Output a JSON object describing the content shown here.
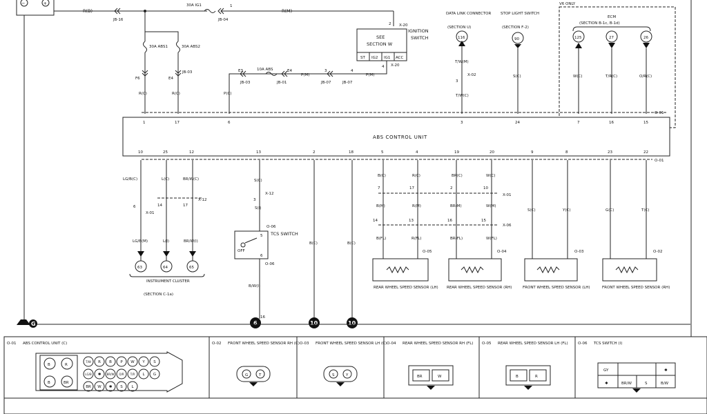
{
  "title_bar": {
    "main_wire": "R(B)",
    "jb16": "JB-16",
    "fuse_ig1": "30A IG1",
    "jb04": "JB-04",
    "pin1": "1",
    "main_wire2": "R(M)",
    "pin2": "2",
    "x20": "X-20"
  },
  "ignition": {
    "see_label": "SEE",
    "section_label": "SECTION W",
    "title1": "IGNITION",
    "title2": "SWITCH",
    "positions": [
      "ST",
      "IG2",
      "IG1",
      "ACC"
    ],
    "pin4": "4",
    "x20b": "X-20"
  },
  "fuses": {
    "abs1": "30A ABS1",
    "abs2": "30A ABS2",
    "f6": "F6",
    "e4": "E4",
    "jb03": "JB-03",
    "wire_r1": "R(C)",
    "wire_r2": "R(C)"
  },
  "abs_fuse_line": {
    "e3": "E3",
    "fuse": "10A ABS",
    "e4": "E4",
    "pm1": "P(M)",
    "pm2": "P(M)",
    "jb03": "JB-03",
    "jb01": "JB-01",
    "jb07a": "JB-07",
    "jb07b": "JB-07",
    "p3": "3",
    "p4": "4",
    "pc": "P(C)"
  },
  "top_refs": {
    "dlc": {
      "title": "DATA LINK CONNECTOR",
      "section": "(SECTION U)",
      "num": "116",
      "wire1": "T/W(M)",
      "pin": "3",
      "x": "X-02",
      "wire2": "T/W(C)"
    },
    "stop": {
      "title": "STOP LIGHT SWITCH",
      "section": "(SECTION F-2)",
      "num": "90",
      "wire": "S(C)"
    },
    "v6": "V6 ONLY",
    "ecm": {
      "title": "ECM",
      "section": "(SECTION B-1c, B-1d)",
      "nums": [
        "125",
        "27",
        "26"
      ],
      "wires": [
        "W(C)",
        "T/R(C)",
        "O/R(C)"
      ]
    }
  },
  "abs_unit": {
    "label": "ABS CONTROL UNIT",
    "o01_top": "O-01",
    "o01_bot": "O-01",
    "top_pins": [
      "1",
      "17",
      "6",
      "3",
      "24",
      "7",
      "16",
      "15"
    ],
    "bottom_pins": [
      "10",
      "25",
      "12",
      "13",
      "2",
      "18",
      "5",
      "4",
      "19",
      "20",
      "9",
      "8",
      "23",
      "22"
    ]
  },
  "cluster": {
    "wires_top": [
      "LG/B(C)",
      "L(C)",
      "BR/W(C)"
    ],
    "pins": [
      "6",
      "14",
      "17"
    ],
    "x01": "X-01",
    "x12": "X-12",
    "wires_bot": [
      "LG/B(M)",
      "L(I)",
      "BR/W(I)"
    ],
    "nums": [
      "63",
      "64",
      "65"
    ],
    "title": "INSTRUMENT CLUSTER",
    "section": "(SECTION C-1a)"
  },
  "tcs": {
    "wire_top": "S(C)",
    "pin3": "3",
    "x12": "X-12",
    "wire_mid": "S(I)",
    "o06a": "O-06",
    "title": "TCS SWITCH",
    "off": "OFF",
    "pin5": "5",
    "pin6": "6",
    "o06b": "O-06",
    "wire_bot": "B/W(I)",
    "pin16": "16",
    "ground_num": "6"
  },
  "ground_wires": {
    "b1": "B(C)",
    "b2": "B(C)",
    "num1": "10",
    "num2": "10",
    "g": "G"
  },
  "sensors": [
    {
      "title": "REAR WHEEL SPEED SENSOR (LH)",
      "conn": "O-05",
      "w1": "B(C)",
      "w2": "R(C)",
      "w1m": "B(M)",
      "w2m": "R(M)",
      "w1f": "B(FL)",
      "w2f": "R(FL)",
      "p1": "7",
      "p2": "17",
      "p3": "14",
      "p4": "13"
    },
    {
      "title": "REAR WHEEL SPEED SENSOR (RH)",
      "conn": "O-04",
      "w1": "BR(C)",
      "w2": "W(C)",
      "w1m": "BR(M)",
      "w2m": "W(M)",
      "w1f": "BR(FL)",
      "w2f": "W(FL)",
      "p1": "2",
      "p2": "10",
      "p3": "16",
      "p4": "15",
      "x01": "X-01",
      "x06": "X-06"
    },
    {
      "title": "FRONT WHEEL SPEED SENSOR (LH)",
      "conn": "O-03",
      "w1": "S(C)",
      "w2": "Y(C)"
    },
    {
      "title": "FRONT WHEEL SPEED SENSOR (RH)",
      "conn": "O-02",
      "w1": "G(C)",
      "w2": "T(C)"
    }
  ],
  "connectors": [
    {
      "code": "O-01",
      "title": "ABS CONTROL UNIT (C)"
    },
    {
      "code": "O-02",
      "title": "FRONT WHEEL SPEED SENSOR RH (C)"
    },
    {
      "code": "O-03",
      "title": "FRONT WHEEL SPEED SENSOR LH (C)"
    },
    {
      "code": "O-04",
      "title": "REAR WHEEL SPEED SENSOR RH (FL)"
    },
    {
      "code": "O-05",
      "title": "REAR WHEEL SPEED SENSOR LH (FL)"
    },
    {
      "code": "O-06",
      "title": "TCS SWITCH (I)"
    }
  ],
  "o01_pins": {
    "big": [
      "B",
      "R",
      "B",
      "BR"
    ],
    "row1": [
      "T/W",
      "R",
      "B",
      "P",
      "W",
      "Y",
      "S"
    ],
    "row2": [
      "LG/B",
      "✱",
      "BR/W",
      "O/R",
      "T/R",
      "L",
      "G"
    ],
    "row3": [
      "BR",
      "W",
      "✱",
      "S",
      "L"
    ]
  },
  "o02_pins": [
    "G",
    "T"
  ],
  "o03_pins": [
    "S",
    "Y"
  ],
  "o04_pins": [
    "BR",
    "W"
  ],
  "o05_pins": [
    "B",
    "R"
  ],
  "o06_pins": [
    "GY",
    "✱",
    "✱",
    "BR/W",
    "S",
    "B/W"
  ]
}
